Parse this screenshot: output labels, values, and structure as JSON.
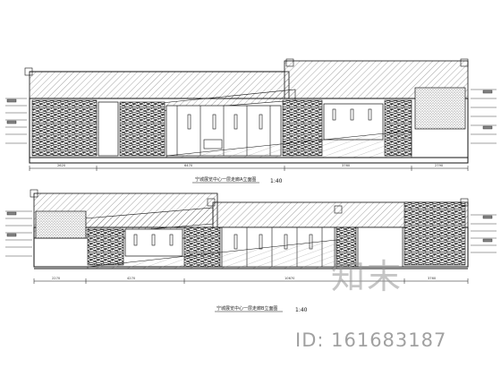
{
  "drawing_1": {
    "caption": "宁城展览中心一层走廊A立面图",
    "scale": "1:40",
    "dims": [
      "2620",
      "6470",
      "3760",
      "2790"
    ]
  },
  "drawing_2": {
    "caption": "宁城展览中心一层走廊B立面图",
    "scale": "1:40",
    "dims": [
      "2270",
      "4270",
      "10670",
      "3760"
    ]
  },
  "watermark": {
    "logo": "知末",
    "id_text": "ID: 161683187"
  },
  "colors": {
    "line": "#111111",
    "hatch": "#555555",
    "stone": "#222222"
  }
}
